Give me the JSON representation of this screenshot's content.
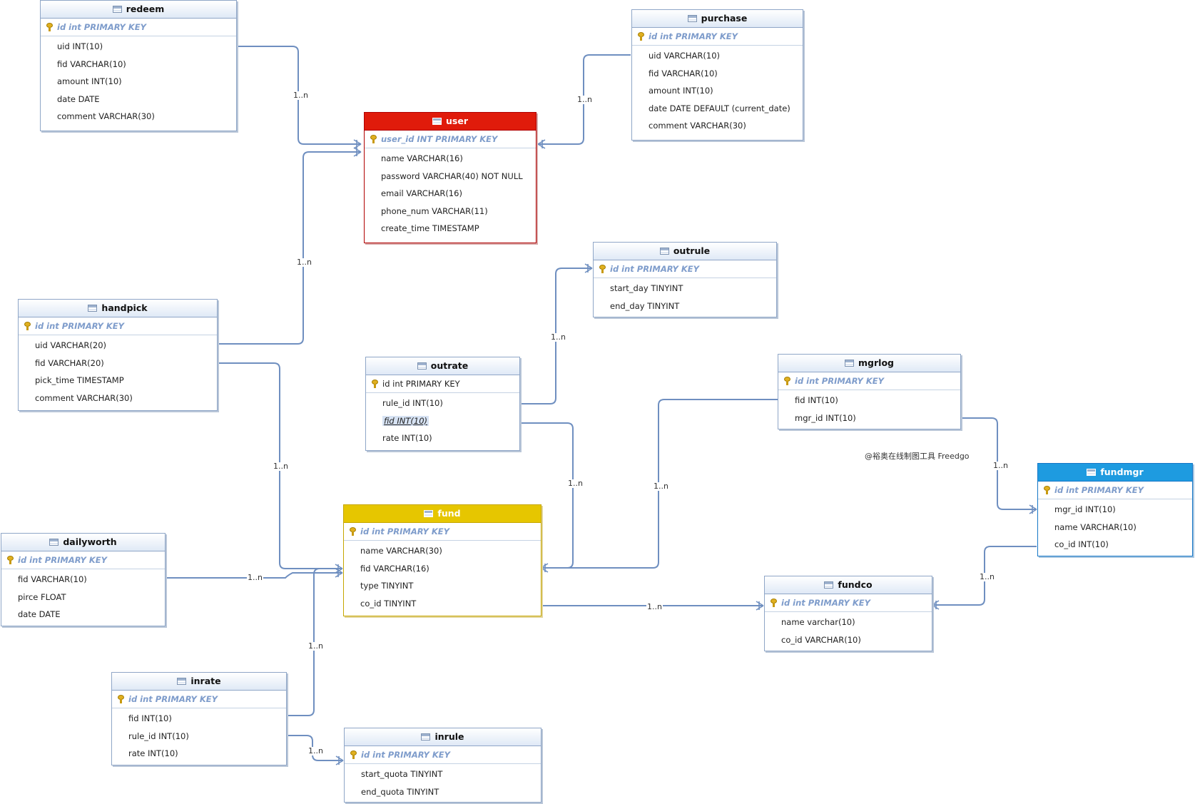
{
  "tables": {
    "redeem": {
      "name": "redeem",
      "pk": "id int PRIMARY KEY",
      "cols": [
        "uid INT(10)",
        "fid VARCHAR(10)",
        "amount INT(10)",
        "date DATE",
        "comment VARCHAR(30)"
      ]
    },
    "purchase": {
      "name": "purchase",
      "pk": "id int PRIMARY KEY",
      "cols": [
        "uid VARCHAR(10)",
        "fid VARCHAR(10)",
        "amount INT(10)",
        "date DATE DEFAULT (current_date)",
        "comment VARCHAR(30)"
      ]
    },
    "user": {
      "name": "user",
      "pk": "user_id INT PRIMARY KEY",
      "cols": [
        "name VARCHAR(16)",
        "password VARCHAR(40) NOT NULL",
        "email VARCHAR(16)",
        "phone_num VARCHAR(11)",
        "create_time TIMESTAMP"
      ]
    },
    "outrule": {
      "name": "outrule",
      "pk": "id int PRIMARY KEY",
      "cols": [
        "start_day TINYINT",
        "end_day TINYINT"
      ]
    },
    "handpick": {
      "name": "handpick",
      "pk": "id int PRIMARY KEY",
      "cols": [
        "uid VARCHAR(20)",
        "fid VARCHAR(20)",
        "pick_time TIMESTAMP",
        "comment VARCHAR(30)"
      ]
    },
    "outrate": {
      "name": "outrate",
      "pk": "id int PRIMARY KEY",
      "cols": [
        "rule_id INT(10)",
        "fid INT(10)",
        "rate INT(10)"
      ]
    },
    "mgrlog": {
      "name": "mgrlog",
      "pk": "id int PRIMARY KEY",
      "cols": [
        "fid INT(10)",
        "mgr_id INT(10)"
      ]
    },
    "fundmgr": {
      "name": "fundmgr",
      "pk": "id int PRIMARY KEY",
      "cols": [
        "mgr_id INT(10)",
        "name VARCHAR(10)",
        "co_id INT(10)"
      ]
    },
    "fund": {
      "name": "fund",
      "pk": "id int PRIMARY KEY",
      "cols": [
        "name VARCHAR(30)",
        "fid VARCHAR(16)",
        "type TINYINT",
        "co_id TINYINT"
      ]
    },
    "dailyworth": {
      "name": "dailyworth",
      "pk": "id int PRIMARY KEY",
      "cols": [
        "fid VARCHAR(10)",
        "pirce FLOAT",
        "date DATE"
      ]
    },
    "fundco": {
      "name": "fundco",
      "pk": "id int PRIMARY KEY",
      "cols": [
        "name varchar(10)",
        "co_id VARCHAR(10)"
      ]
    },
    "inrate": {
      "name": "inrate",
      "pk": "id int PRIMARY KEY",
      "cols": [
        "fid INT(10)",
        "rule_id INT(10)",
        "rate INT(10)"
      ]
    },
    "inrule": {
      "name": "inrule",
      "pk": "id int PRIMARY KEY",
      "cols": [
        "start_quota TINYINT",
        "end_quota TINYINT"
      ]
    }
  },
  "multiplicity": "1..n",
  "watermark": "@裕奥在线制图工具 Freedgo",
  "colors": {
    "line": "#6f8fc0",
    "user_header": "#e01b0b",
    "fund_header": "#e6c600",
    "fundmgr_header": "#1e9be0"
  }
}
